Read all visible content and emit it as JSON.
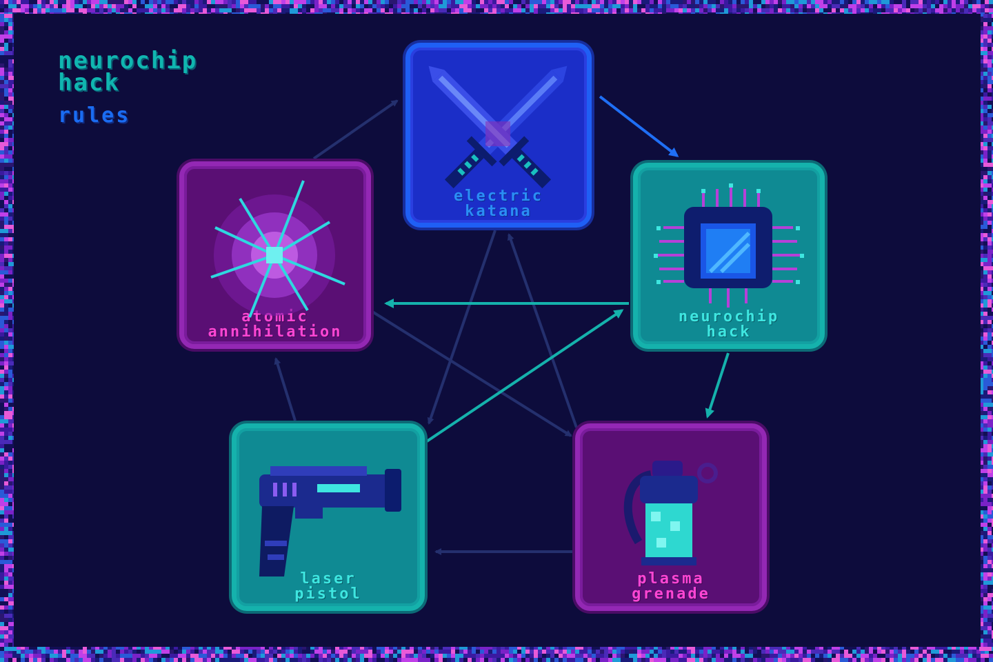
{
  "title": {
    "line1": "neurochip",
    "line2": "hack",
    "subtitle": "rules"
  },
  "cards": {
    "katana": {
      "line1": "electric",
      "line2": "katana",
      "icon": "crossed-swords-icon"
    },
    "neuro": {
      "line1": "neurochip",
      "line2": "hack",
      "icon": "microchip-icon"
    },
    "atomic": {
      "line1": "atomic",
      "line2": "annihilation",
      "icon": "explosion-icon"
    },
    "laser": {
      "line1": "laser",
      "line2": "pistol",
      "icon": "laser-pistol-icon"
    },
    "plasma": {
      "line1": "plasma",
      "line2": "grenade",
      "icon": "grenade-icon"
    }
  },
  "colors": {
    "background": "#0d0c3c",
    "teal": "#15b2ac",
    "purple": "#9328b4",
    "blue": "#1f5ff5",
    "pink": "#ff46d4",
    "arrow_dark": "#24306e"
  }
}
